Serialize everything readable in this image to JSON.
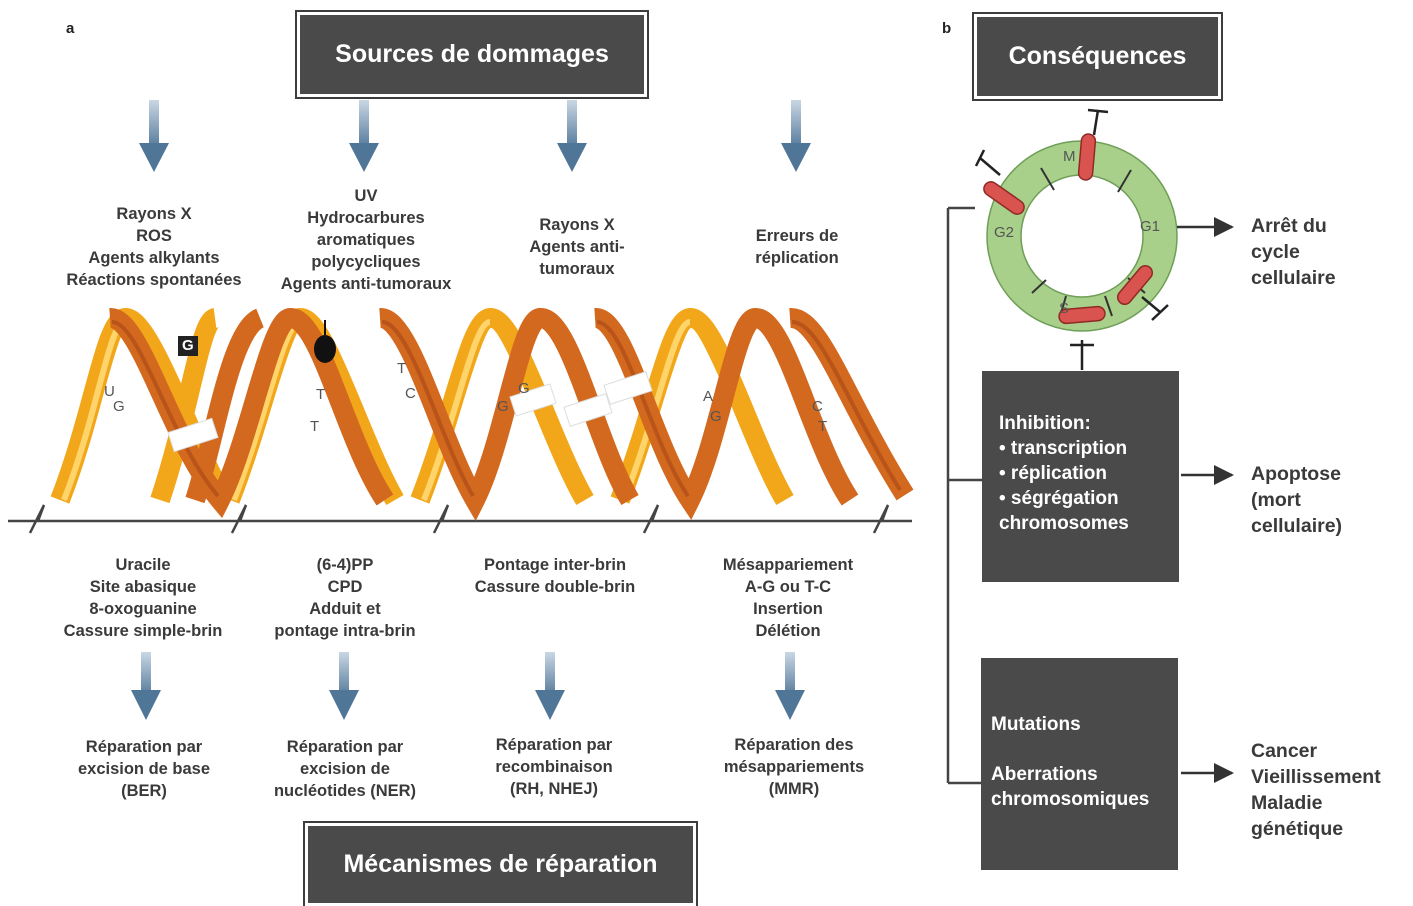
{
  "panel_a": {
    "letter": "a",
    "sources_title": "Sources de dommages",
    "repair_title": "Mécanismes de réparation",
    "columns": [
      {
        "sources": "Rayons X\nROS\nAgents alkylants\nRéactions spontanées",
        "lesions": "Uracile\nSite abasique\n8-oxoguanine\nCassure simple-brin",
        "repair": "Réparation par\nexcision de base\n(BER)"
      },
      {
        "sources": "UV\nHydrocarbures\naromatiques\npolycycliques\nAgents anti-tumoraux",
        "lesions": "(6-4)PP\nCPD\nAdduit et\npontage intra-brin",
        "repair": "Réparation par\nexcision de\nnucléotides (NER)"
      },
      {
        "sources": "Rayons X\nAgents anti-\ntumoraux",
        "lesions": "Pontage inter-brin\nCassure double-brin",
        "repair": "Réparation par\nrecombinaison\n(RH, NHEJ)"
      },
      {
        "sources": "Erreurs de\nréplication",
        "lesions": "Mésappariement\nA-G ou T-C\nInsertion\nDélétion",
        "repair": "Réparation des\nmésappariements\n(MMR)"
      }
    ],
    "dna_labels": {
      "u": "U",
      "g1": "G",
      "g_box": "G",
      "t1": "T",
      "t2": "T",
      "t3": "T",
      "c1": "C",
      "g2": "G",
      "g3": "G",
      "a": "A",
      "g4": "G",
      "c2": "C",
      "t4": "T"
    }
  },
  "panel_b": {
    "letter": "b",
    "title": "Conséquences",
    "cycle_phases": {
      "m": "M",
      "g1": "G1",
      "s": "S",
      "g2": "G2"
    },
    "inhibition_box": "Inhibition:\n• transcription\n• réplication\n• ségrégation\nchromosomes",
    "mutations_box_line1": "Mutations",
    "mutations_box_line2": "Aberrations\nchromosomiques",
    "outcomes": [
      "Arrêt du\ncycle\ncellulaire",
      "Apoptose\n(mort\ncellulaire)",
      "Cancer\nVieillissement\nMaladie\ngénétique"
    ]
  },
  "colors": {
    "title_box": "#4a4a4a",
    "arrow_blue": "#5b7fa0",
    "strand_orange": "#f2a71b",
    "strand_rust": "#d2691e",
    "cycle_green": "#a8d08a",
    "checkpoint_red": "#d9534f"
  }
}
